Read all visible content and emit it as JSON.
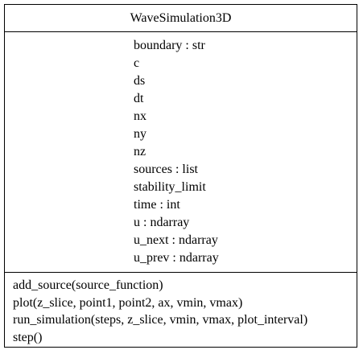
{
  "class_name": "WaveSimulation3D",
  "attributes": [
    "boundary : str",
    "c",
    "ds",
    "dt",
    "nx",
    "ny",
    "nz",
    "sources : list",
    "stability_limit",
    "time : int",
    "u : ndarray",
    "u_next : ndarray",
    "u_prev : ndarray"
  ],
  "methods": [
    "add_source(source_function)",
    "plot(z_slice, point1, point2, ax, vmin, vmax)",
    "run_simulation(steps, z_slice, vmin, vmax, plot_interval)",
    "step()"
  ]
}
